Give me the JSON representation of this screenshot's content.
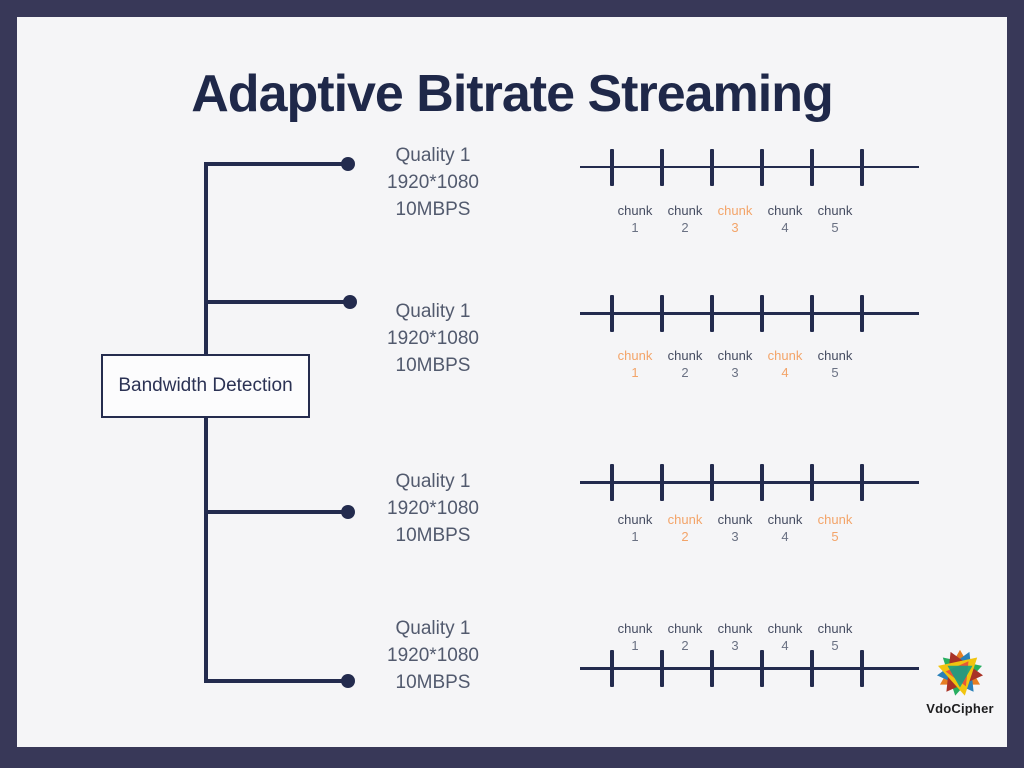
{
  "title": "Adaptive Bitrate Streaming",
  "bandwidth_box": {
    "label": "Bandwidth Detection"
  },
  "logo": {
    "text": "VdoCipher"
  },
  "colors": {
    "frame": "#383858",
    "canvas": "#f5f5f7",
    "navy": "#232b4e",
    "title_text": "#1f2849",
    "quality_text": "#525a6e",
    "chunk_text": "#454c61",
    "chunk_number": "#6a7183",
    "highlight_orange": "#f3a469"
  },
  "rows": [
    {
      "quality": {
        "line1": "Quality 1",
        "line2": "1920*1080",
        "line3": "10MBPS"
      },
      "chunk_labels_position": "below",
      "chunks": [
        {
          "word": "chunk",
          "num": "1",
          "highlight": false
        },
        {
          "word": "chunk",
          "num": "2",
          "highlight": false
        },
        {
          "word": "chunk",
          "num": "3",
          "highlight": true
        },
        {
          "word": "chunk",
          "num": "4",
          "highlight": false
        },
        {
          "word": "chunk",
          "num": "5",
          "highlight": false
        }
      ]
    },
    {
      "quality": {
        "line1": "Quality 1",
        "line2": "1920*1080",
        "line3": "10MBPS"
      },
      "chunk_labels_position": "below",
      "chunks": [
        {
          "word": "chunk",
          "num": "1",
          "highlight": true
        },
        {
          "word": "chunk",
          "num": "2",
          "highlight": false
        },
        {
          "word": "chunk",
          "num": "3",
          "highlight": false
        },
        {
          "word": "chunk",
          "num": "4",
          "highlight": true
        },
        {
          "word": "chunk",
          "num": "5",
          "highlight": false
        }
      ]
    },
    {
      "quality": {
        "line1": "Quality 1",
        "line2": "1920*1080",
        "line3": "10MBPS"
      },
      "chunk_labels_position": "below",
      "chunks": [
        {
          "word": "chunk",
          "num": "1",
          "highlight": false
        },
        {
          "word": "chunk",
          "num": "2",
          "highlight": true
        },
        {
          "word": "chunk",
          "num": "3",
          "highlight": false
        },
        {
          "word": "chunk",
          "num": "4",
          "highlight": false
        },
        {
          "word": "chunk",
          "num": "5",
          "highlight": true
        }
      ]
    },
    {
      "quality": {
        "line1": "Quality 1",
        "line2": "1920*1080",
        "line3": "10MBPS"
      },
      "chunk_labels_position": "above",
      "chunks": [
        {
          "word": "chunk",
          "num": "1",
          "highlight": false
        },
        {
          "word": "chunk",
          "num": "2",
          "highlight": false
        },
        {
          "word": "chunk",
          "num": "3",
          "highlight": false
        },
        {
          "word": "chunk",
          "num": "4",
          "highlight": false
        },
        {
          "word": "chunk",
          "num": "5",
          "highlight": false
        }
      ]
    }
  ]
}
